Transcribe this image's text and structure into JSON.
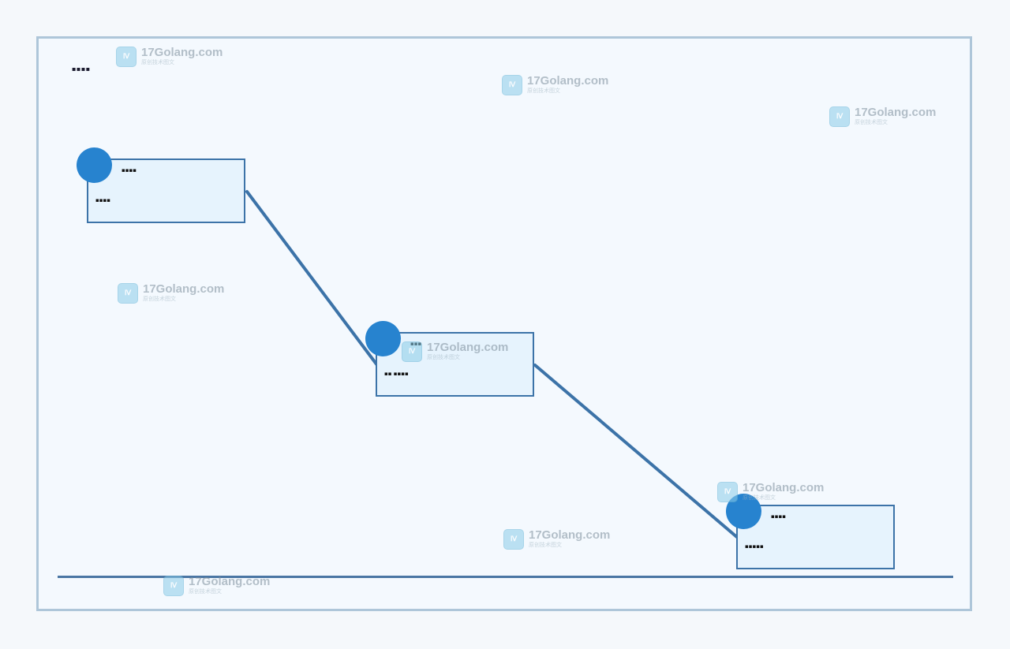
{
  "diagram": {
    "top_label": "▪▪▪▪",
    "nodes": [
      {
        "title": "▪▪▪▪",
        "desc": "▪▪▪▪"
      },
      {
        "title": "▪▪▪",
        "desc": "▪▪ ▪▪▪▪"
      },
      {
        "title": "▪▪▪▪",
        "desc": "▪▪▪▪▪"
      }
    ]
  },
  "watermark": {
    "brand": "17Golang.com",
    "sub": "原创技术图文",
    "logo_glyph": "Ⅳ",
    "logo_icon": "golang-logo-icon"
  },
  "colors": {
    "node_border": "#3c73a8",
    "node_fill": "#e6f3fd",
    "node_dot": "#2783cf",
    "connector": "#3c73a8",
    "baseline": "#4a76a4",
    "frame_border": "#aec6d9"
  }
}
